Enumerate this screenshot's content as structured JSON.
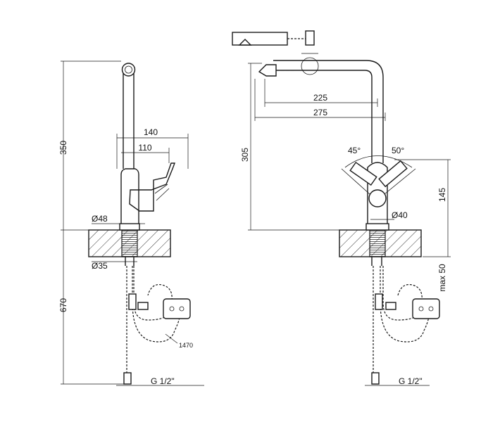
{
  "left_view": {
    "height_total": "350",
    "reach_outer": "140",
    "reach_inner": "110",
    "body_diameter": "Ø48",
    "shank_diameter": "Ø35",
    "hose_length": "670",
    "hose_loop_length": "1470",
    "thread": "G 1/2\""
  },
  "right_view": {
    "spout_reach_inner": "225",
    "spout_reach_outer": "275",
    "spout_height": "305",
    "angle_left": "45°",
    "angle_right": "50°",
    "lever_height": "145",
    "body_diameter": "Ø40",
    "max_countertop": "max 50",
    "thread": "G 1/2\""
  }
}
